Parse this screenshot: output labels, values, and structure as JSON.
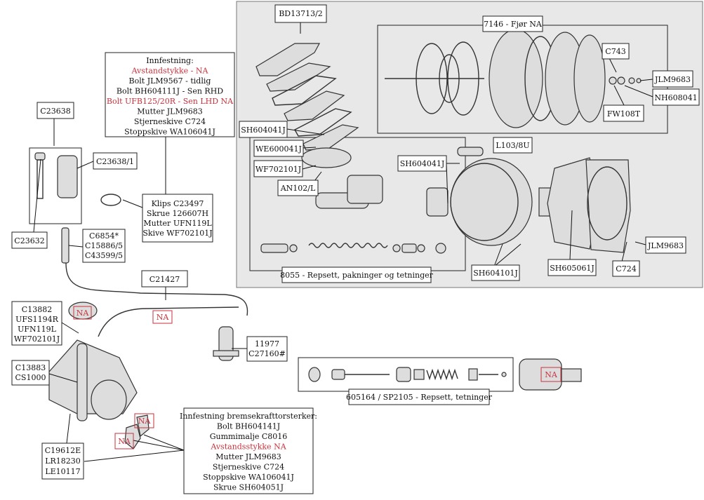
{
  "labels": {
    "bd13713": "BD13713/2",
    "fjor_group": "7146 - Fjør NA",
    "c743": "C743",
    "jlm9683_top": "JLM9683",
    "nh608041": "NH608041",
    "fw108t": "FW108T",
    "sh604041j_a": "SH604041J",
    "we600041j": "WE600041J",
    "wf702101j": "WF702101J",
    "an102l": "AN102/L",
    "l103": "L103/8U",
    "sh604041j_b": "SH604041J",
    "jlm9683_right": "JLM9683",
    "c724_right": "C724",
    "sh605061j": "SH605061J",
    "sh604101j": "SH604101J",
    "repair_kit_8055": "8055 - Repsett, pakninger og tetninger",
    "c23638": "C23638",
    "c23638_1": "C23638/1",
    "c23632": "C23632",
    "pipe_lines": [
      "C6854*",
      "C15886/5",
      "C43599/5"
    ],
    "klips_lines": [
      "Klips C23497",
      "Skrue 126607H",
      "Mutter UFN119L",
      "Skive WF702101J"
    ],
    "c21427": "C21427",
    "c13882_lines": [
      "C13882",
      "UFS1194R",
      "UFN119L",
      "WF702101J"
    ],
    "c13883_lines": [
      "C13883",
      "CS1000"
    ],
    "cyl_lines": [
      "11977",
      "C27160#"
    ],
    "kit_605164": "605164 / SP2105 - Repsett, tetninger",
    "c19612_lines": [
      "C19612E",
      "LR18230",
      "LE10117"
    ],
    "na": "NA"
  },
  "infestning_top": [
    {
      "text": "Innfestning:",
      "red": false
    },
    {
      "text": "Avstandstykke - NA",
      "red": true
    },
    {
      "text": "Bolt JLM9567 - tidlig",
      "red": false
    },
    {
      "text": "Bolt BH604111J - Sen RHD",
      "red": false
    },
    {
      "text": "Bolt UFB125/20R - Sen LHD NA",
      "red": true
    },
    {
      "text": "Mutter JLM9683",
      "red": false
    },
    {
      "text": "Stjerneskive C724",
      "red": false
    },
    {
      "text": "Stoppskive WA106041J",
      "red": false
    }
  ],
  "infestning_bottom": [
    {
      "text": "Innfestning bremsekrafttorsterker:",
      "red": false
    },
    {
      "text": "Bolt BH604141J",
      "red": false
    },
    {
      "text": "Gummimalje C8016",
      "red": false
    },
    {
      "text": "Avstandsstykke NA",
      "red": true
    },
    {
      "text": "Mutter JLM9683",
      "red": false
    },
    {
      "text": "Stjerneskive C724",
      "red": false
    },
    {
      "text": "Stoppskive WA106041J",
      "red": false
    },
    {
      "text": "Skrue SH604051J",
      "red": false
    }
  ],
  "colors": {
    "panel_bg": "#e8e8e8",
    "na_red": "#c8323c"
  }
}
